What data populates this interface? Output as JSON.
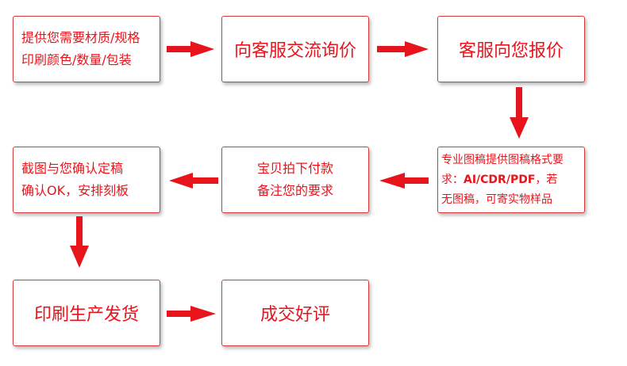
{
  "steps": {
    "s1": {
      "line1": "提供您需要材质/规格",
      "line2": "印刷颜色/数量/包装"
    },
    "s2": {
      "text": "向客服交流询价"
    },
    "s3": {
      "text": "客服向您报价"
    },
    "s4": {
      "line1": "专业图稿提供图稿格式要",
      "line2_prefix": "求：",
      "line2_formats": "AI/CDR/PDF",
      "line2_suffix": "，若",
      "line3": "无图稿，可寄实物样品"
    },
    "s5": {
      "line1": "宝贝拍下付款",
      "line2": "备注您的要求"
    },
    "s6": {
      "line1": "截图与您确认定稿",
      "line2": "确认OK，安排刻板"
    },
    "s7": {
      "text": "印刷生产发货"
    },
    "s8": {
      "text": "成交好评"
    }
  },
  "colors": {
    "text": "#e8141b",
    "arrow": "#e8141b",
    "border": "#d43a3a"
  }
}
